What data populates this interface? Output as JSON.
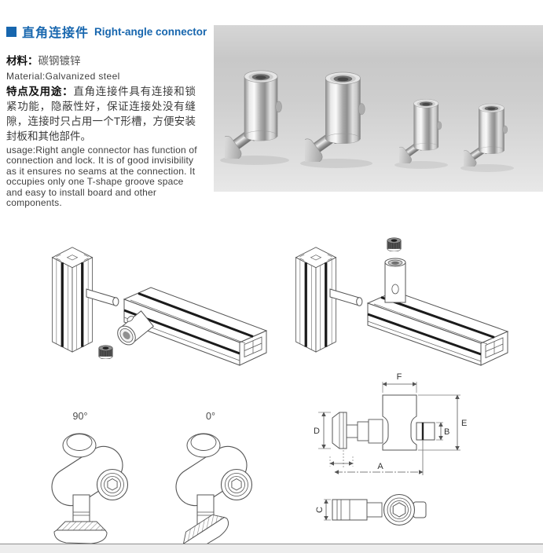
{
  "header": {
    "title_cn": "直角连接件",
    "title_en": "Right-angle connector"
  },
  "specs": {
    "material_label": "材料：",
    "material_value": "碳钢镀锌",
    "material_en": "Material:Galvanized steel",
    "features_label": "特点及用途：",
    "features_text": "直角连接件具有连接和锁紧功能，隐蔽性好，保证连接处没有缝隙，连接时只占用一个T形槽，方便安装封板和其他部件。",
    "usage_text": "usage:Right angle connector has function of connection and lock. It is of good invisibility as it ensures no seams at the connection. It occupies only one T-shape groove space and easy to install board and other components."
  },
  "figures": {
    "angle_labels": {
      "left": "90°",
      "right": "0°"
    },
    "dimension_labels": {
      "A": "A",
      "B": "B",
      "C": "C",
      "D": "D",
      "E": "E",
      "F": "F"
    }
  },
  "colors": {
    "accent_blue": "#1766ae",
    "drawing_line": "#555555",
    "slot_black": "#1b1b1b",
    "footer_bg": "#ededed"
  }
}
